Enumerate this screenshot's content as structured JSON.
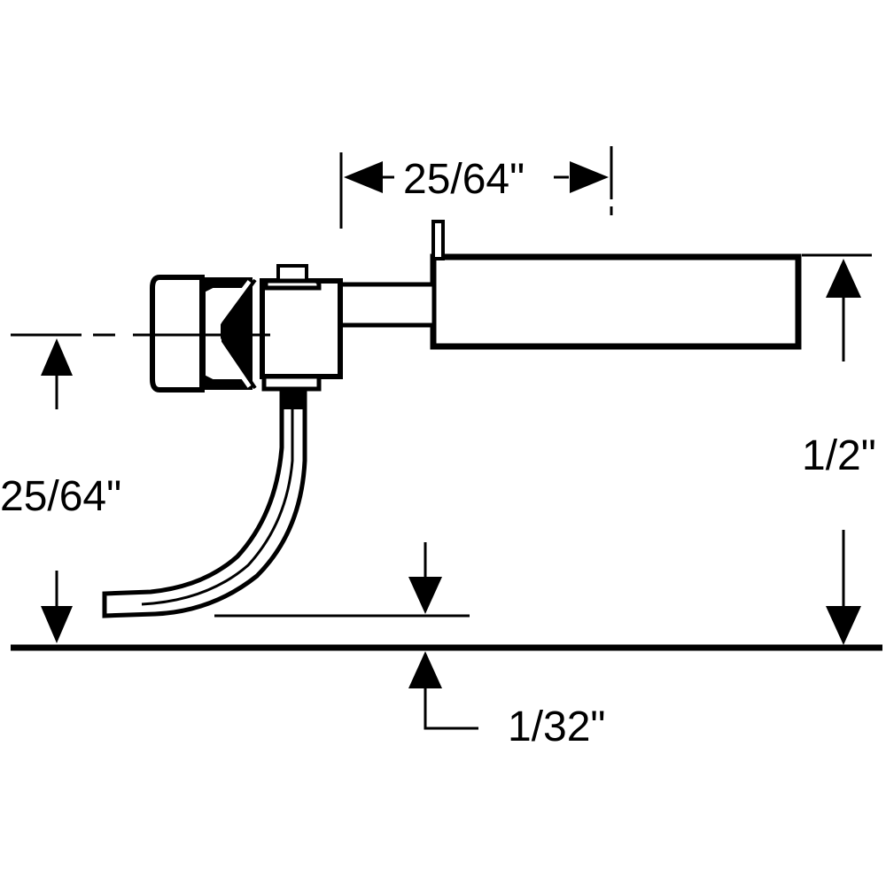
{
  "diagram": {
    "colors": {
      "ink": "#000000",
      "paper": "#ffffff"
    },
    "labels": {
      "shank_length": "25/64\"",
      "coupler_height": "25/64\"",
      "overall_height": "1/2\"",
      "pin_clearance": "1/32\""
    }
  }
}
